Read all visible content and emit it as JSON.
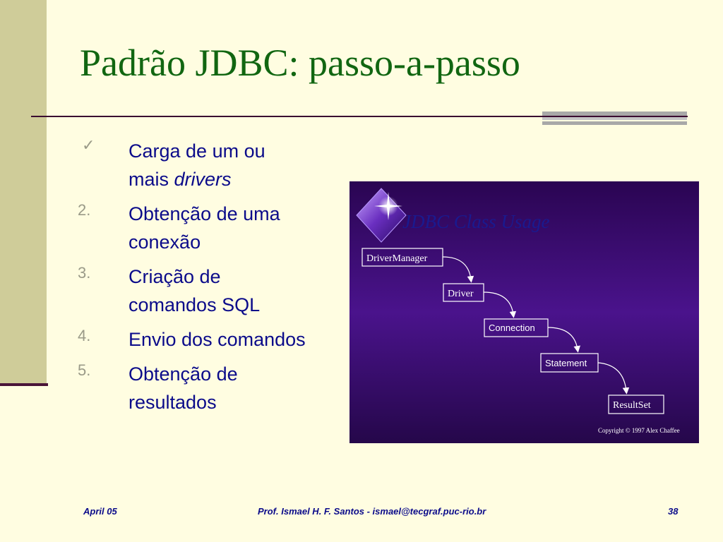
{
  "slide": {
    "title": "Padrão JDBC: passo-a-passo",
    "steps": [
      {
        "marker": "✓",
        "line1": "Carga de um ou",
        "line2_prefix": "mais ",
        "line2_italic": "drivers"
      },
      {
        "marker": "2.",
        "line1": "Obtenção de uma",
        "line2": "conexão"
      },
      {
        "marker": "3.",
        "line1": "Criação de",
        "line2": "comandos SQL"
      },
      {
        "marker": "4.",
        "line1": "Envio dos comandos"
      },
      {
        "marker": "5.",
        "line1": "Obtenção de",
        "line2": "resultados"
      }
    ]
  },
  "diagram": {
    "title": "JDBC Class Usage",
    "nodes": [
      "DriverManager",
      "Driver",
      "Connection",
      "Statement",
      "ResultSet"
    ],
    "copyright": "Copyright © 1997 Alex Chaffee"
  },
  "footer": {
    "date": "April 05",
    "author": "Prof. Ismael H. F. Santos -  ismael@tecgraf.puc-rio.br",
    "page": "38"
  },
  "colors": {
    "background": "#fffde1",
    "title": "#116611",
    "body_text": "#0b0b8a",
    "band": "#cfcc99",
    "diagram_bg": "#3a0d66"
  }
}
